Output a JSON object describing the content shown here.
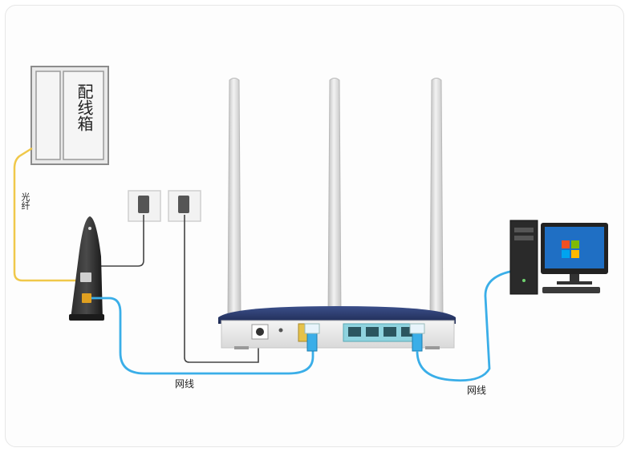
{
  "distribution_box": {
    "label": "配线箱"
  },
  "fiber_label": "光纤",
  "cable_labels": {
    "left": "网线",
    "right": "网线"
  },
  "colors": {
    "fiber": "#f0c84a",
    "ethernet": "#3aaee8",
    "phone_wire": "#444444",
    "router_body": "#2e3f73",
    "antenna": "#d4d4d4"
  }
}
